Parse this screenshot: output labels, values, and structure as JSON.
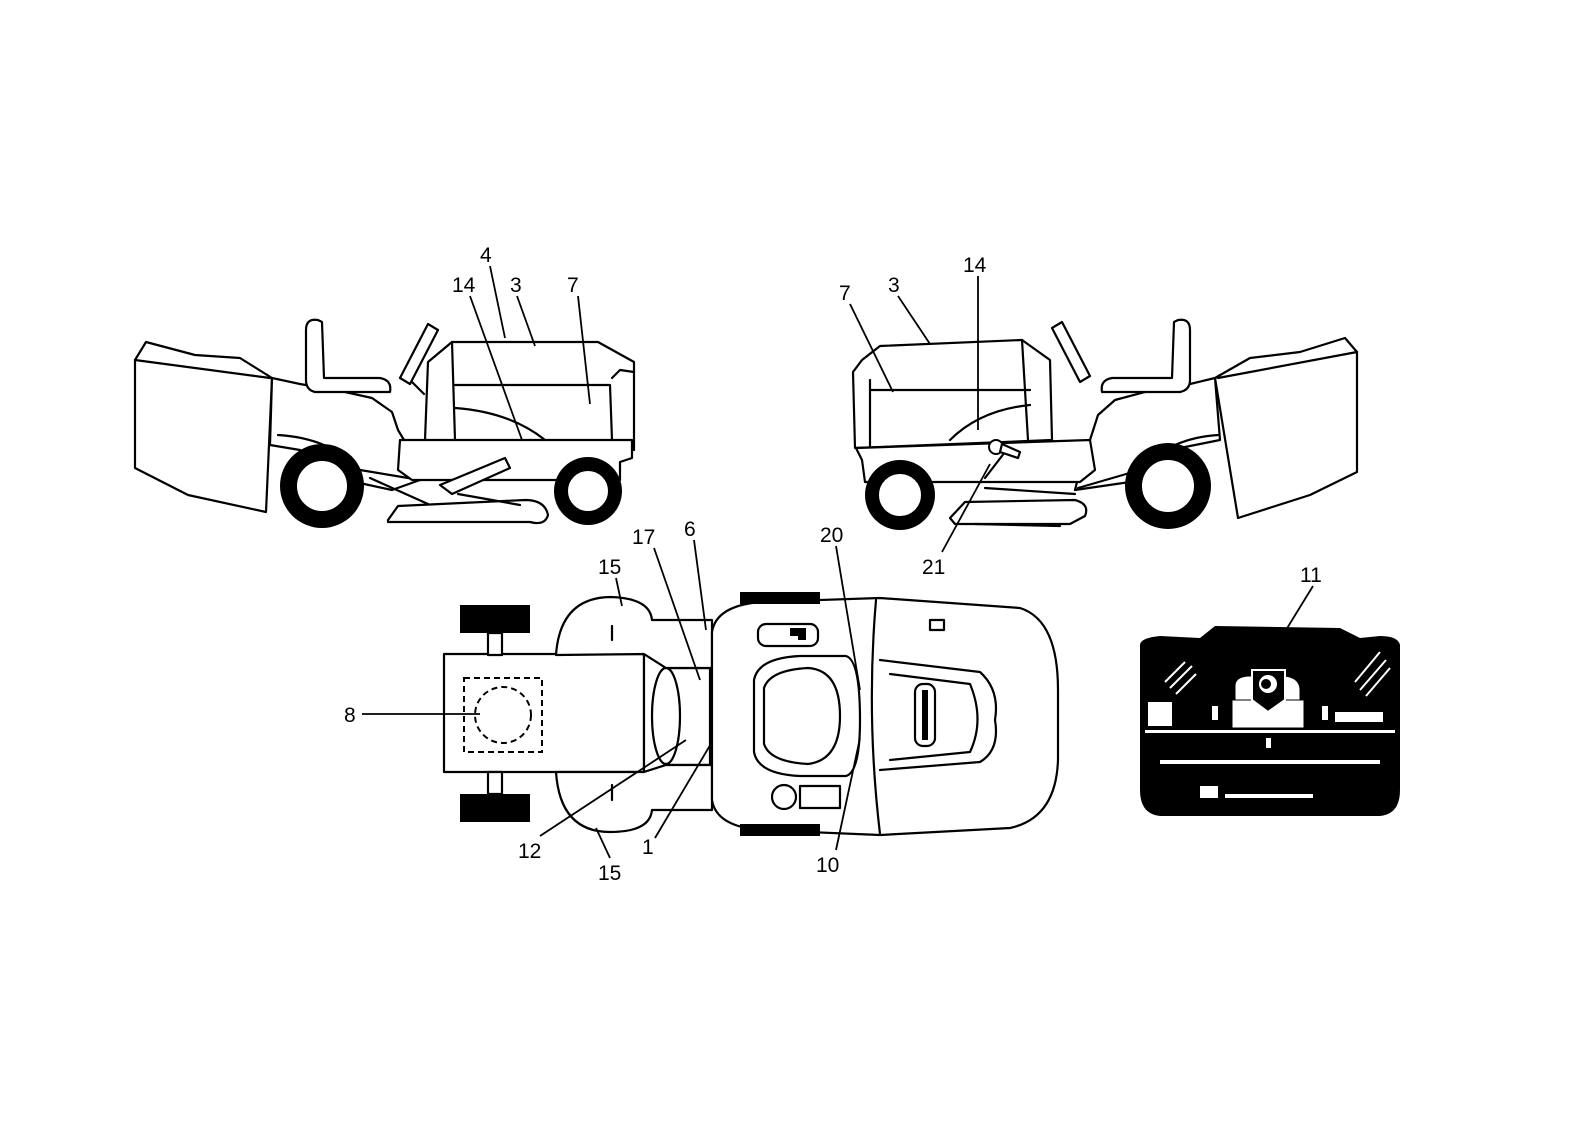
{
  "diagram": {
    "labels": {
      "l1": "1",
      "l3a": "3",
      "l3b": "3",
      "l4": "4",
      "l6": "6",
      "l7a": "7",
      "l7b": "7",
      "l8": "8",
      "l10": "10",
      "l11": "11",
      "l12": "12",
      "l14a": "14",
      "l14b": "14",
      "l15a": "15",
      "l15b": "15",
      "l17": "17",
      "l20": "20",
      "l21": "21"
    }
  }
}
